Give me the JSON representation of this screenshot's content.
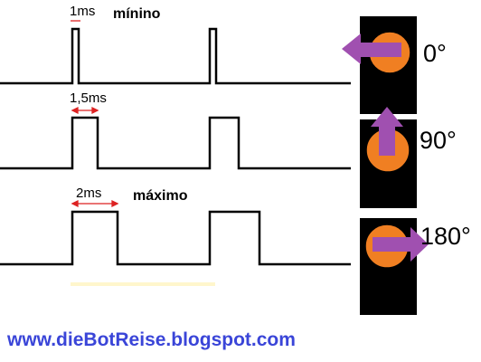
{
  "rows": [
    {
      "duration": "1ms",
      "label": "mínino",
      "angle": "0°",
      "direction": "left"
    },
    {
      "duration": "1,5ms",
      "label": "",
      "angle": "90°",
      "direction": "up"
    },
    {
      "duration": "2ms",
      "label": "máximo",
      "angle": "180°",
      "direction": "right"
    }
  ],
  "footer": "www.dieBotReise.blogspot.com",
  "colors": {
    "signal": "#000000",
    "measure": "#dd2222",
    "servo_body": "#000000",
    "horn": "#f07f22",
    "arrow": "#a050b0",
    "footer": "#3a45d8"
  }
}
